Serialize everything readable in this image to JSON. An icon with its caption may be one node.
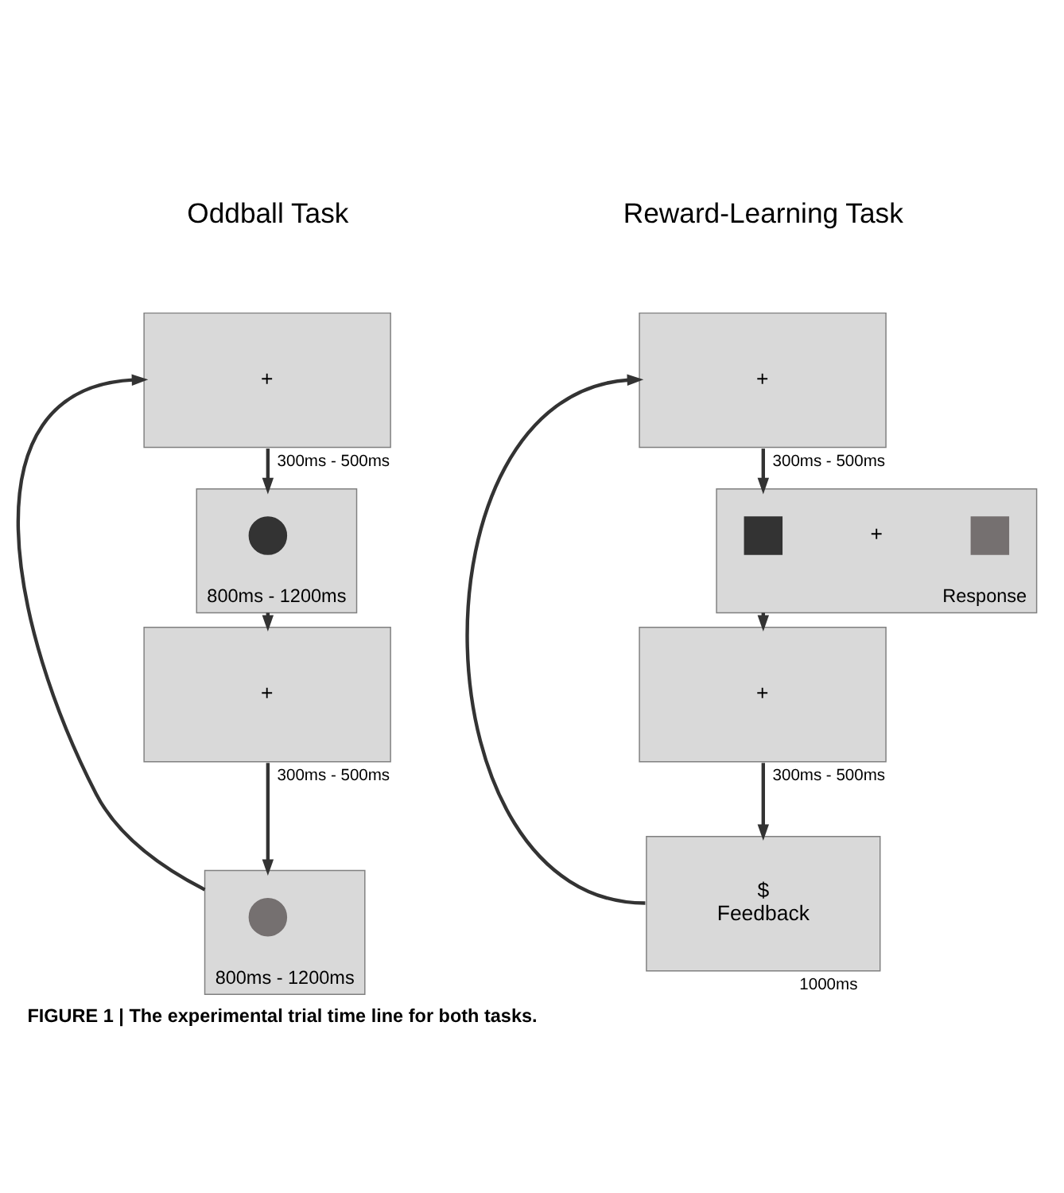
{
  "diagram": {
    "caption": "FIGURE 1 | The experimental trial time line for both tasks.",
    "nodes": [
      {
        "text": [
          "+"
        ],
        "beside": [
          "300ms - 500ms"
        ]
      },
      {
        "text": [],
        "shape": "box",
        "beside": [
          "800ms - 1200ms"
        ]
      },
      {
        "text": [],
        "shape": "circle",
        "in": 1
      },
      {
        "text": [
          "+"
        ],
        "beside": [
          "300ms - 500ms"
        ]
      },
      {
        "text": [],
        "shape": "box",
        "beside": [
          "800ms - 1200ms"
        ]
      },
      {
        "text": [],
        "shape": "circle",
        "in": 4
      },
      {
        "text": [
          "+"
        ],
        "beside": [
          "300ms - 500ms"
        ]
      },
      {
        "text": [
          "Response"
        ]
      },
      {
        "text": [],
        "shape": "box",
        "in": 7
      },
      {
        "text": [
          "+"
        ],
        "in": 7
      },
      {
        "text": [],
        "shape": "box",
        "in": 7
      },
      {
        "text": [
          "+"
        ],
        "beside": [
          "300ms - 500ms"
        ]
      },
      {
        "text": [
          "$",
          "Feedback"
        ],
        "beside": [
          "1000ms"
        ]
      }
    ],
    "edges": [
      {
        "from": 0,
        "to": 1,
        "arrow": "to"
      },
      {
        "from": 1,
        "to": 3,
        "arrow": "to"
      },
      {
        "from": 3,
        "to": 4,
        "arrow": "to"
      },
      {
        "from": 4,
        "to": 0,
        "arrow": "to"
      },
      {
        "from": 6,
        "to": 7,
        "arrow": "to"
      },
      {
        "from": 7,
        "to": 11,
        "arrow": "to"
      },
      {
        "from": 11,
        "to": 12,
        "arrow": "to"
      },
      {
        "from": 12,
        "to": 6,
        "arrow": "to"
      }
    ],
    "labels": [
      "Oddball Task",
      "Reward-Learning Task"
    ]
  }
}
